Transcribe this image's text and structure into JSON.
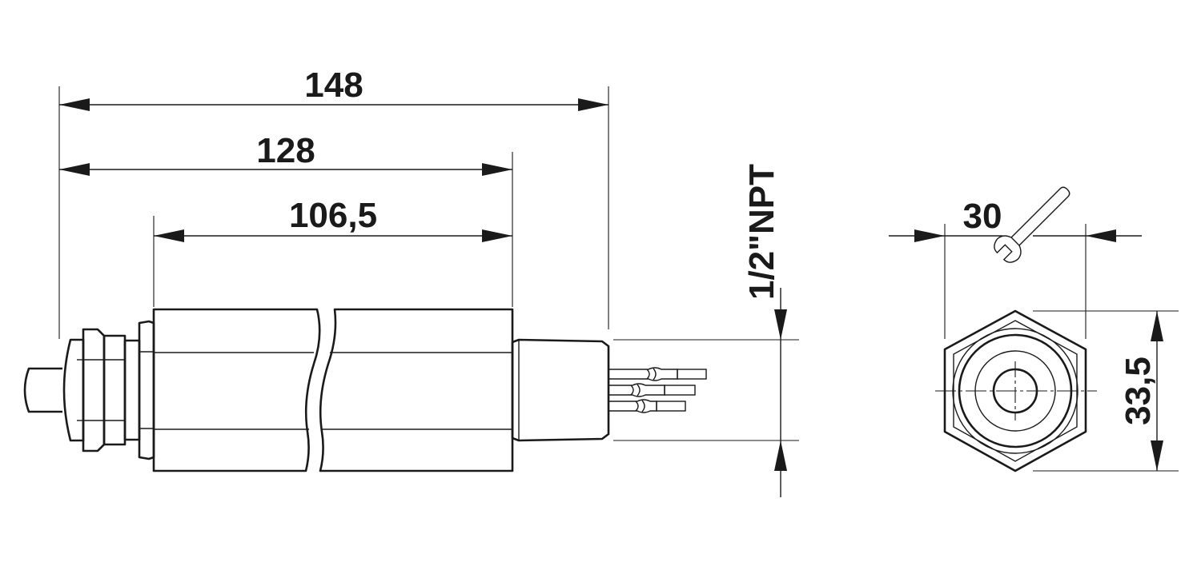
{
  "dimensions": {
    "overall_length": "148",
    "body_length": "128",
    "sleeve_length": "106,5",
    "thread": "1/2\"NPT",
    "wrench_size": "30",
    "across_corners": "33,5"
  },
  "icons": {
    "wrench": "wrench-icon"
  },
  "colors": {
    "line": "#1a1a1a",
    "background": "#ffffff"
  }
}
